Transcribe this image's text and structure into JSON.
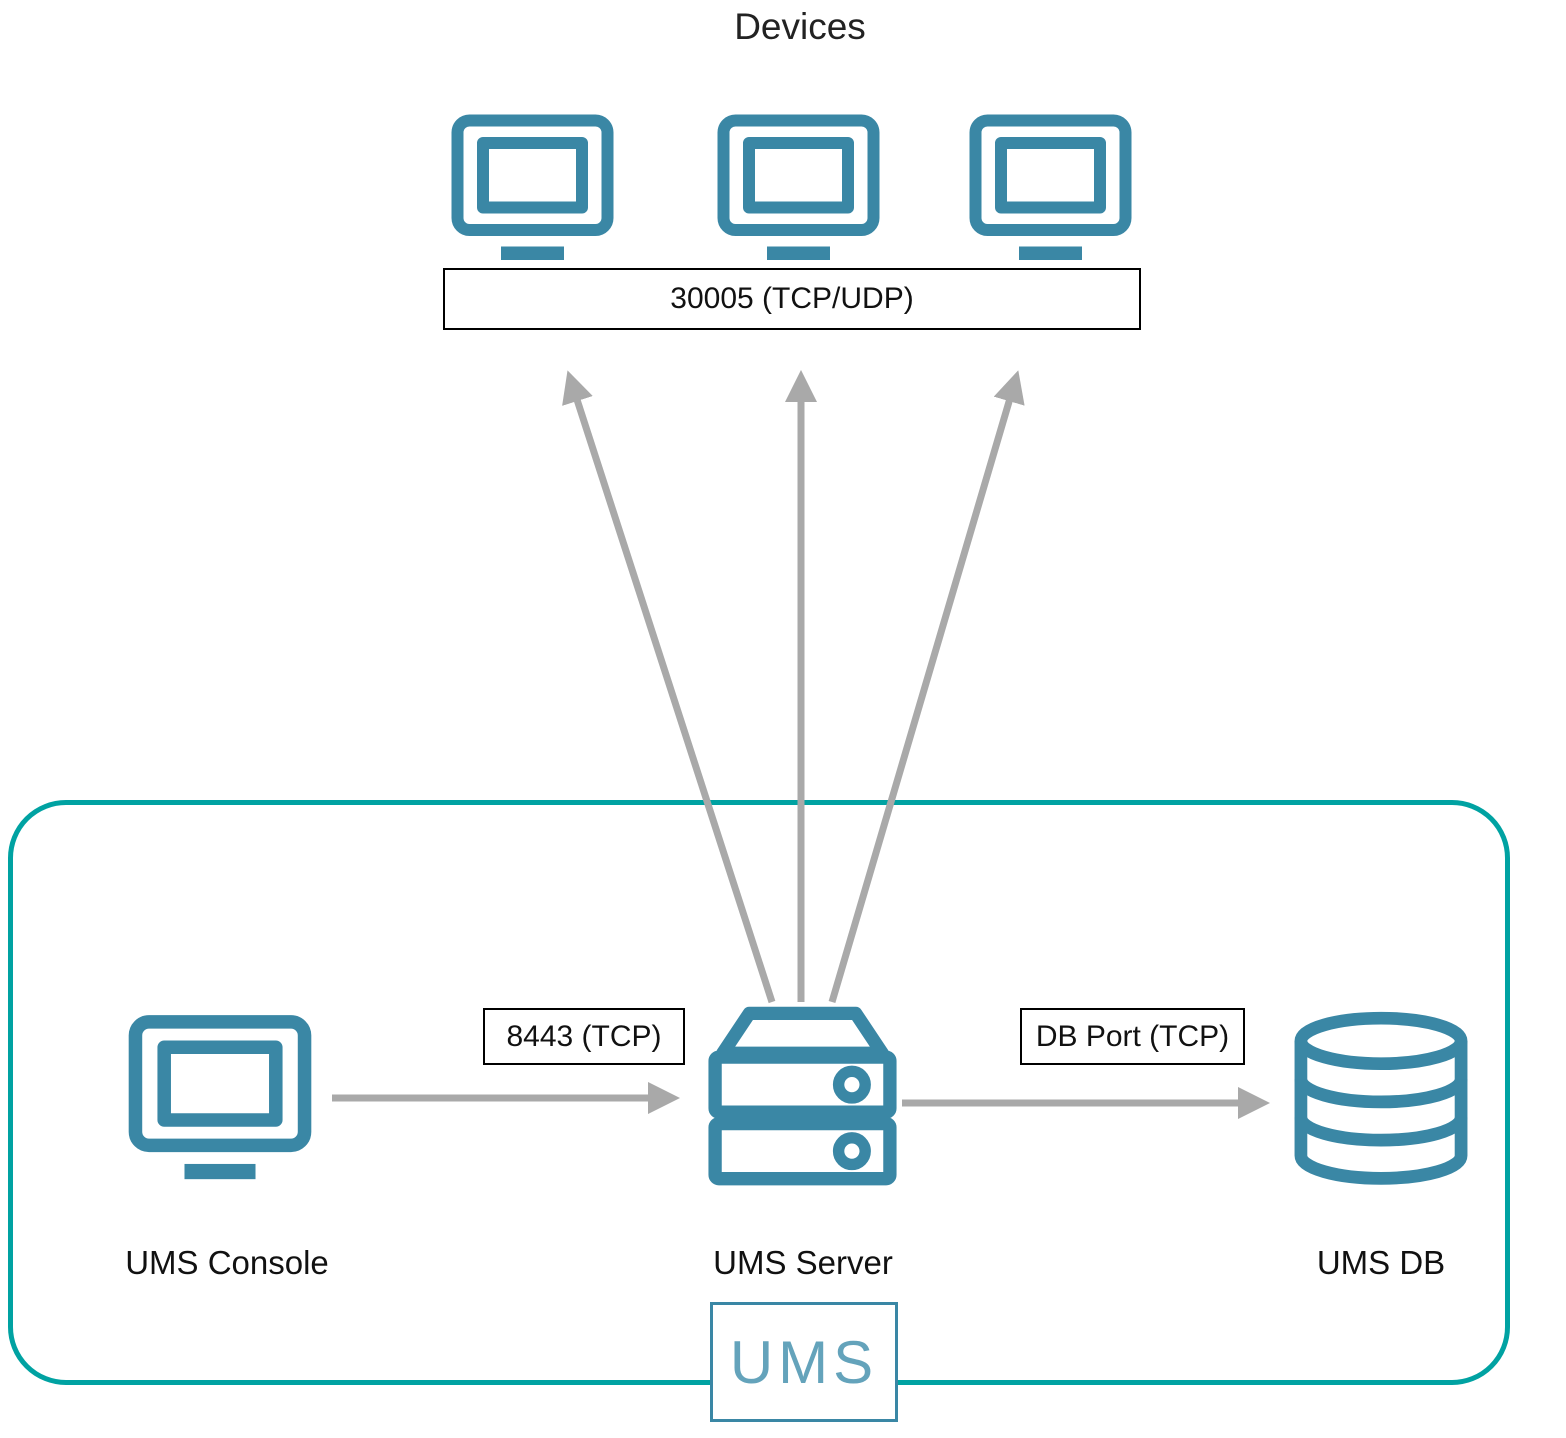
{
  "diagram": {
    "title": "Devices",
    "zone_label": "UMS",
    "nodes": {
      "devices": {
        "icon": "monitor-icon",
        "count": 3
      },
      "console": {
        "label": "UMS Console",
        "icon": "monitor-icon"
      },
      "server": {
        "label": "UMS Server",
        "icon": "server-stack-icon"
      },
      "db": {
        "label": "UMS DB",
        "icon": "database-cylinder-icon"
      }
    },
    "ports": {
      "devices_port": "30005 (TCP/UDP)",
      "console_to_server": "8443 (TCP)",
      "server_to_db": "DB Port (TCP)"
    },
    "connections": [
      {
        "from": "server",
        "to": "devices",
        "style": "gray-arrow",
        "count": 3
      },
      {
        "from": "console",
        "to": "server",
        "style": "gray-arrow"
      },
      {
        "from": "server",
        "to": "db",
        "style": "gray-arrow"
      }
    ],
    "colors": {
      "icon_color": "#3a87a5",
      "zone_border_color": "#00a2a2",
      "arrow_color": "#a9a9a9",
      "logo_text_color": "#64a3bb",
      "box_border_color": "#000000"
    }
  }
}
